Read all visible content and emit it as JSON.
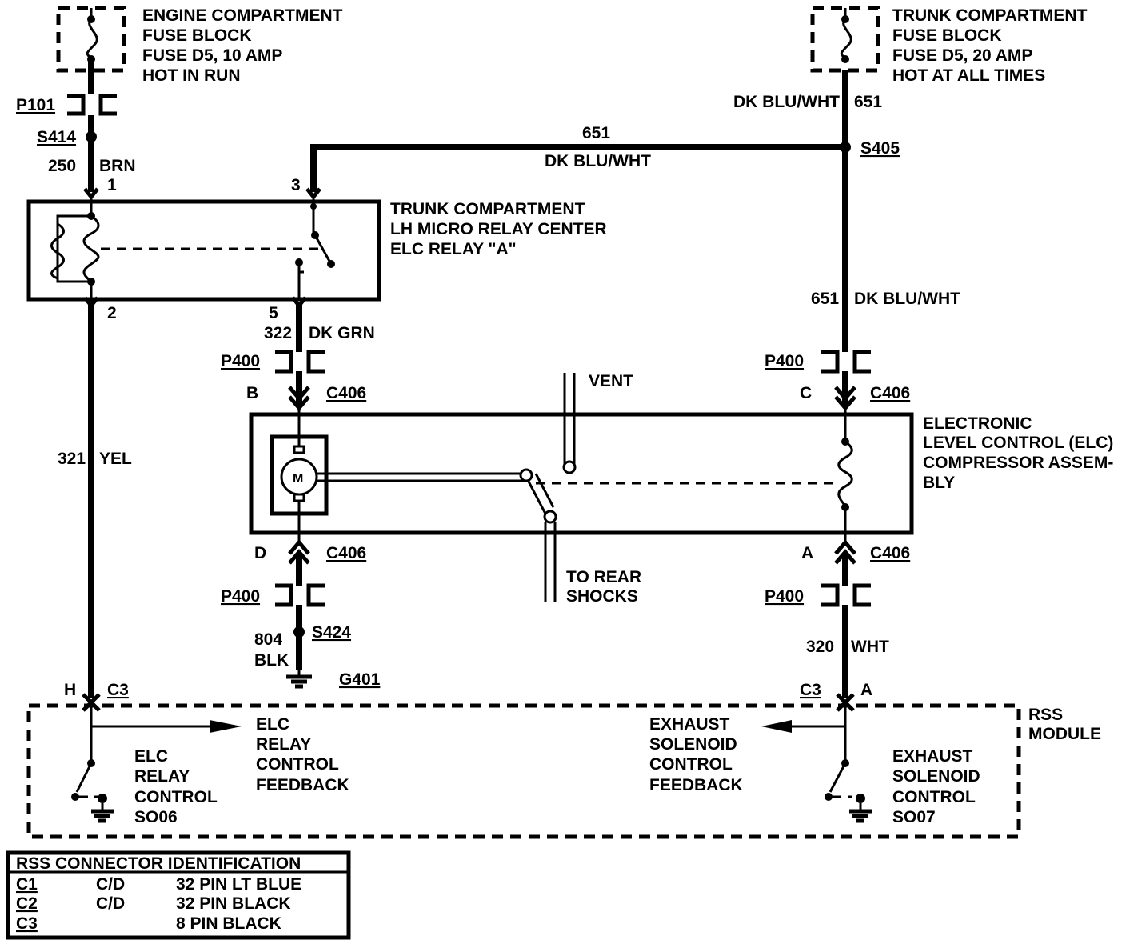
{
  "engine_fuse": {
    "line1": "ENGINE COMPARTMENT",
    "line2": "FUSE BLOCK",
    "line3": "FUSE D5, 10 AMP",
    "line4": "HOT IN RUN"
  },
  "trunk_fuse": {
    "line1": "TRUNK COMPARTMENT",
    "line2": "FUSE BLOCK",
    "line3": "FUSE D5, 20 AMP",
    "line4": "HOT AT ALL TIMES"
  },
  "relay_center": {
    "line1": "TRUNK COMPARTMENT",
    "line2": "LH MICRO RELAY CENTER",
    "line3": "ELC  RELAY \"A\"",
    "pin1": "1",
    "pin2": "2",
    "pin3": "3",
    "pin5": "5"
  },
  "compressor": {
    "line1": "ELECTRONIC",
    "line2": "LEVEL CONTROL (ELC)",
    "line3": "COMPRESSOR ASSEM-",
    "line4": "BLY",
    "motor": "M",
    "vent": "VENT",
    "to_rear_1": "TO REAR",
    "to_rear_2": "SHOCKS"
  },
  "connectors": {
    "p101": "P101",
    "s414": "S414",
    "s405": "S405",
    "p400_a": "P400",
    "p400_b": "P400",
    "p400_c": "P400",
    "p400_d": "P400",
    "c406_b": "C406",
    "c406_c": "C406",
    "c406_d": "C406",
    "c406_a": "C406",
    "pin_b": "B",
    "pin_c": "C",
    "pin_d": "D",
    "pin_a": "A",
    "s424": "S424",
    "g401": "G401",
    "c3_h": "C3",
    "c3_a": "C3",
    "pin_h": "H",
    "pin_a2": "A"
  },
  "wires": {
    "w250_num": "250",
    "w250_color": "BRN",
    "w651_top_color": "DK BLU/WHT",
    "w651_top_num": "651",
    "w651_mid_num": "651",
    "w651_mid_color": "DK BLU/WHT",
    "w651_right_num": "651",
    "w651_right_color": "DK BLU/WHT",
    "w322_num": "322",
    "w322_color": "DK GRN",
    "w321_num": "321",
    "w321_color": "YEL",
    "w804_num": "804",
    "w804_color": "BLK",
    "w320_num": "320",
    "w320_color": "WHT"
  },
  "rss": {
    "module_1": "RSS",
    "module_2": "MODULE",
    "elc_ctrl_1": "ELC",
    "elc_ctrl_2": "RELAY",
    "elc_ctrl_3": "CONTROL",
    "elc_ctrl_4": "SO06",
    "elc_fb_1": "ELC",
    "elc_fb_2": "RELAY",
    "elc_fb_3": "CONTROL",
    "elc_fb_4": "FEEDBACK",
    "exh_fb_1": "EXHAUST",
    "exh_fb_2": "SOLENOID",
    "exh_fb_3": "CONTROL",
    "exh_fb_4": "FEEDBACK",
    "exh_ctrl_1": "EXHAUST",
    "exh_ctrl_2": "SOLENOID",
    "exh_ctrl_3": "CONTROL",
    "exh_ctrl_4": "SO07"
  },
  "connector_table": {
    "title": "RSS CONNECTOR IDENTIFICATION",
    "rows": [
      {
        "conn": "C1",
        "type": "C/D",
        "desc": "32 PIN LT BLUE"
      },
      {
        "conn": "C2",
        "type": "C/D",
        "desc": "32 PIN BLACK"
      },
      {
        "conn": "C3",
        "type": "",
        "desc": "8 PIN BLACK"
      }
    ]
  }
}
